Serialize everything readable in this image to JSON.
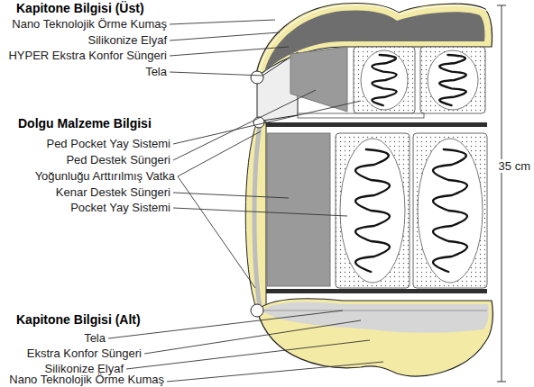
{
  "diagram": {
    "labels": [
      "Kapitone Bilgisi (Üst)",
      "Nano Teknolojik Örme Kumaş",
      "Silikonize Elyaf",
      "HYPER Ekstra Konfor Süngeri",
      "Tela",
      "Dolgu Malzeme Bilgisi",
      "Ped Pocket Yay Sistemi",
      "Ped Destek Süngeri",
      "Yoğunluğu Arttırılmış Vatka",
      "Kenar Destek Süngeri",
      "Pocket Yay Sistemi",
      "35 cm",
      "Kapitone Bilgisi (Alt)",
      "Tela",
      "Ekstra Konfor Süngeri",
      "Silikonize Elyaf",
      "Nano Teknolojik Örme Kumaş"
    ]
  }
}
